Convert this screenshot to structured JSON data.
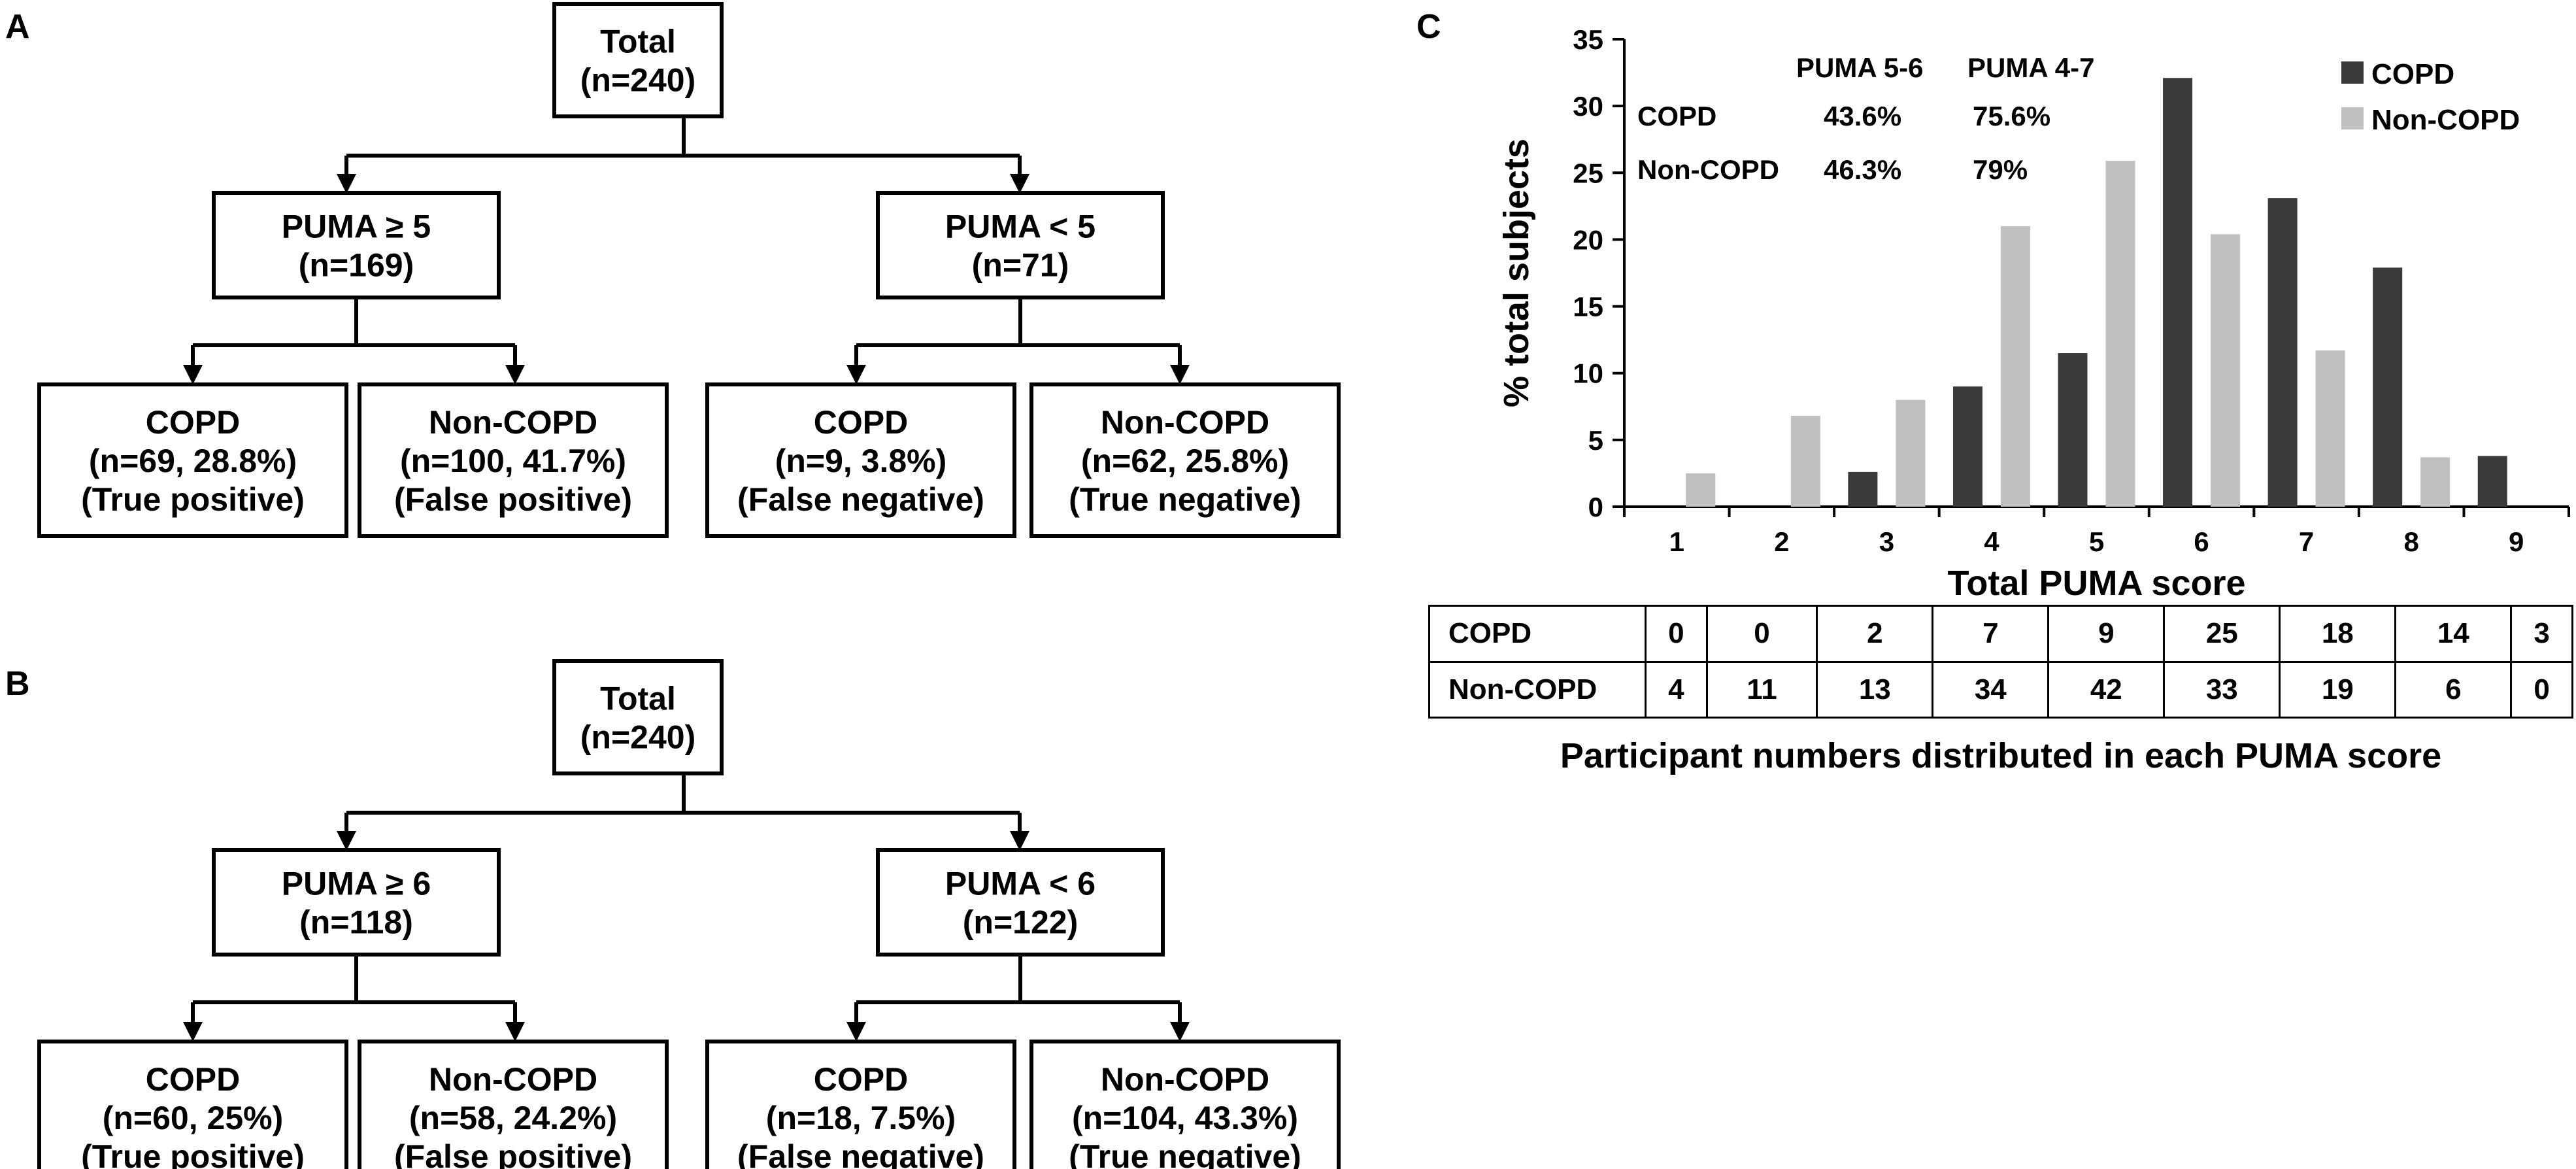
{
  "panels": {
    "A": {
      "label": "A",
      "root": [
        "Total",
        "(n=240)"
      ],
      "branches": [
        {
          "title": [
            "PUMA ≥ 5",
            "(n=169)"
          ],
          "leaves": [
            [
              "COPD",
              "(n=69, 28.8%)",
              "(True positive)"
            ],
            [
              "Non-COPD",
              "(n=100, 41.7%)",
              "(False positive)"
            ]
          ]
        },
        {
          "title": [
            "PUMA < 5",
            "(n=71)"
          ],
          "leaves": [
            [
              "COPD",
              "(n=9, 3.8%)",
              "(False negative)"
            ],
            [
              "Non-COPD",
              "(n=62, 25.8%)",
              "(True negative)"
            ]
          ]
        }
      ]
    },
    "B": {
      "label": "B",
      "root": [
        "Total",
        "(n=240)"
      ],
      "branches": [
        {
          "title": [
            "PUMA ≥ 6",
            "(n=118)"
          ],
          "leaves": [
            [
              "COPD",
              "(n=60, 25%)",
              "(True positive)"
            ],
            [
              "Non-COPD",
              "(n=58, 24.2%)",
              "(False positive)"
            ]
          ]
        },
        {
          "title": [
            "PUMA < 6",
            "(n=122)"
          ],
          "leaves": [
            [
              "COPD",
              "(n=18, 7.5%)",
              "(False negative)"
            ],
            [
              "Non-COPD",
              "(n=104, 43.3%)",
              "(True negative)"
            ]
          ]
        }
      ]
    },
    "C": {
      "label": "C"
    }
  },
  "chart_data": {
    "type": "bar",
    "xlabel": "Total PUMA score",
    "ylabel": "% total subjects",
    "categories": [
      "1",
      "2",
      "3",
      "4",
      "5",
      "6",
      "7",
      "8",
      "9"
    ],
    "ylim": [
      0,
      35
    ],
    "yticks": [
      0,
      5,
      10,
      15,
      20,
      25,
      30,
      35
    ],
    "legend_position": "top-right",
    "grid": false,
    "series": [
      {
        "name": "COPD",
        "color": "#3a3a3a",
        "values": [
          0,
          0,
          2.6,
          9.0,
          11.5,
          32.1,
          23.1,
          17.9,
          3.8
        ]
      },
      {
        "name": "Non-COPD",
        "color": "#c0c0c0",
        "values": [
          2.5,
          6.8,
          8.0,
          21.0,
          25.9,
          20.4,
          11.7,
          3.7,
          0
        ]
      }
    ],
    "inset_table": {
      "headers": [
        "PUMA 5-6",
        "PUMA 4-7"
      ],
      "rows": [
        {
          "label": "COPD",
          "values": [
            "43.6%",
            "75.6%"
          ]
        },
        {
          "label": "Non-COPD",
          "values": [
            "46.3%",
            "79%"
          ]
        }
      ]
    }
  },
  "counts_table": {
    "rows": [
      {
        "label": "COPD",
        "values": [
          "0",
          "0",
          "2",
          "7",
          "9",
          "25",
          "18",
          "14",
          "3"
        ]
      },
      {
        "label": "Non-COPD",
        "values": [
          "4",
          "11",
          "13",
          "34",
          "42",
          "33",
          "19",
          "6",
          "0"
        ]
      }
    ],
    "caption": "Participant numbers distributed in each PUMA score"
  }
}
